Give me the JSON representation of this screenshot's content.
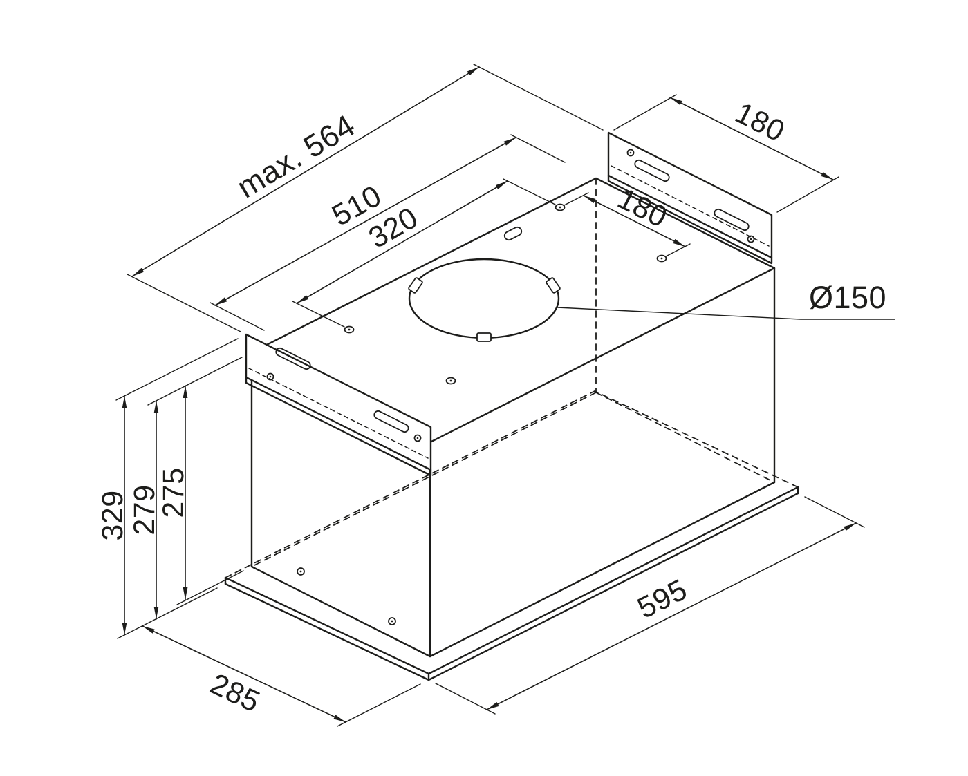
{
  "labels": {
    "max_overall": "max. 564",
    "top_length": "510",
    "hole_pitch_length": "320",
    "bracket_length": "180",
    "hole_pitch_depth": "180",
    "duct_diameter": "Ø150",
    "overall_height": "329",
    "height_to_panel": "279",
    "body_height": "275",
    "depth": "285",
    "body_length": "595"
  },
  "colors": {
    "line": "#1d1d1b",
    "background": "#ffffff"
  }
}
